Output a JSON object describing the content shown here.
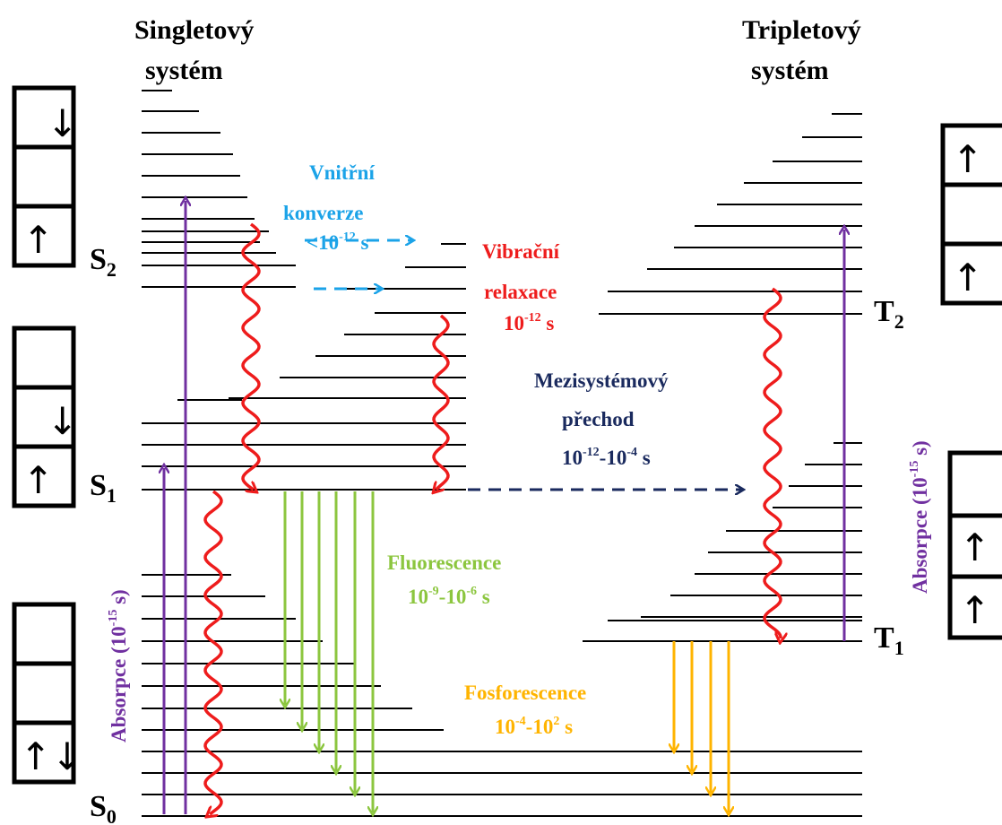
{
  "titles": {
    "singlet_line1": "Singletový",
    "singlet_line2": "systém",
    "triplet_line1": "Tripletový",
    "triplet_line2": "systém"
  },
  "levels": {
    "S2": {
      "main": "S",
      "sub": "2"
    },
    "S1": {
      "main": "S",
      "sub": "1"
    },
    "S0": {
      "main": "S",
      "sub": "0"
    },
    "T2": {
      "main": "T",
      "sub": "2"
    },
    "T1": {
      "main": "T",
      "sub": "1"
    }
  },
  "annotations": {
    "internal_conversion": {
      "line1": "Vnitřní",
      "line2": "konverze",
      "time_prefix": "<10",
      "time_exp": "-12",
      "time_suffix": " s",
      "color": "#1ba3e8"
    },
    "vibrational_relaxation": {
      "line1": "Vibrační",
      "line2": "relaxace",
      "time_base": "10",
      "time_exp": "-12",
      "time_suffix": " s",
      "color": "#ee1c1c"
    },
    "intersystem_crossing": {
      "line1": "Mezisystémový",
      "line2": "přechod",
      "t1_base": "10",
      "t1_exp": "-12",
      "sep": "-10",
      "t2_exp": "-4",
      "time_suffix": " s",
      "color": "#1a2a5e"
    },
    "fluorescence": {
      "line1": "Fluorescence",
      "t1_base": "10",
      "t1_exp": "-9",
      "sep": "-10",
      "t2_exp": "-6",
      "time_suffix": " s",
      "color": "#8cc63f"
    },
    "phosphorescence": {
      "line1": "Fosforescence",
      "t1_base": "10",
      "t1_exp": "-4",
      "sep": "-10",
      "t2_exp": "2",
      "time_suffix": " s",
      "color": "#ffb400"
    },
    "absorption_left": {
      "prefix": "Absorpce (10",
      "exp": "-15",
      "suffix": " s)",
      "color": "#7030a0"
    },
    "absorption_right": {
      "prefix": "Absorpce (10",
      "exp": "-15",
      "suffix": " s)",
      "color": "#7030a0"
    }
  },
  "spin_boxes": {
    "singlet_S2": [
      "↓",
      "",
      "↑"
    ],
    "singlet_S1": [
      "",
      "↓",
      "↑"
    ],
    "singlet_S0": [
      "",
      "",
      "↑↓"
    ],
    "triplet_T2": [
      "↑",
      "",
      "↑"
    ],
    "triplet_T1": [
      "",
      "↑",
      "↑"
    ]
  },
  "colors": {
    "absorption": "#7030a0",
    "relaxation": "#ee1c1c",
    "internal_conversion": "#1ba3e8",
    "intersystem": "#1a2a5e",
    "fluorescence": "#8cc63f",
    "phosphorescence": "#ffb400",
    "level_lines": "#000000"
  }
}
